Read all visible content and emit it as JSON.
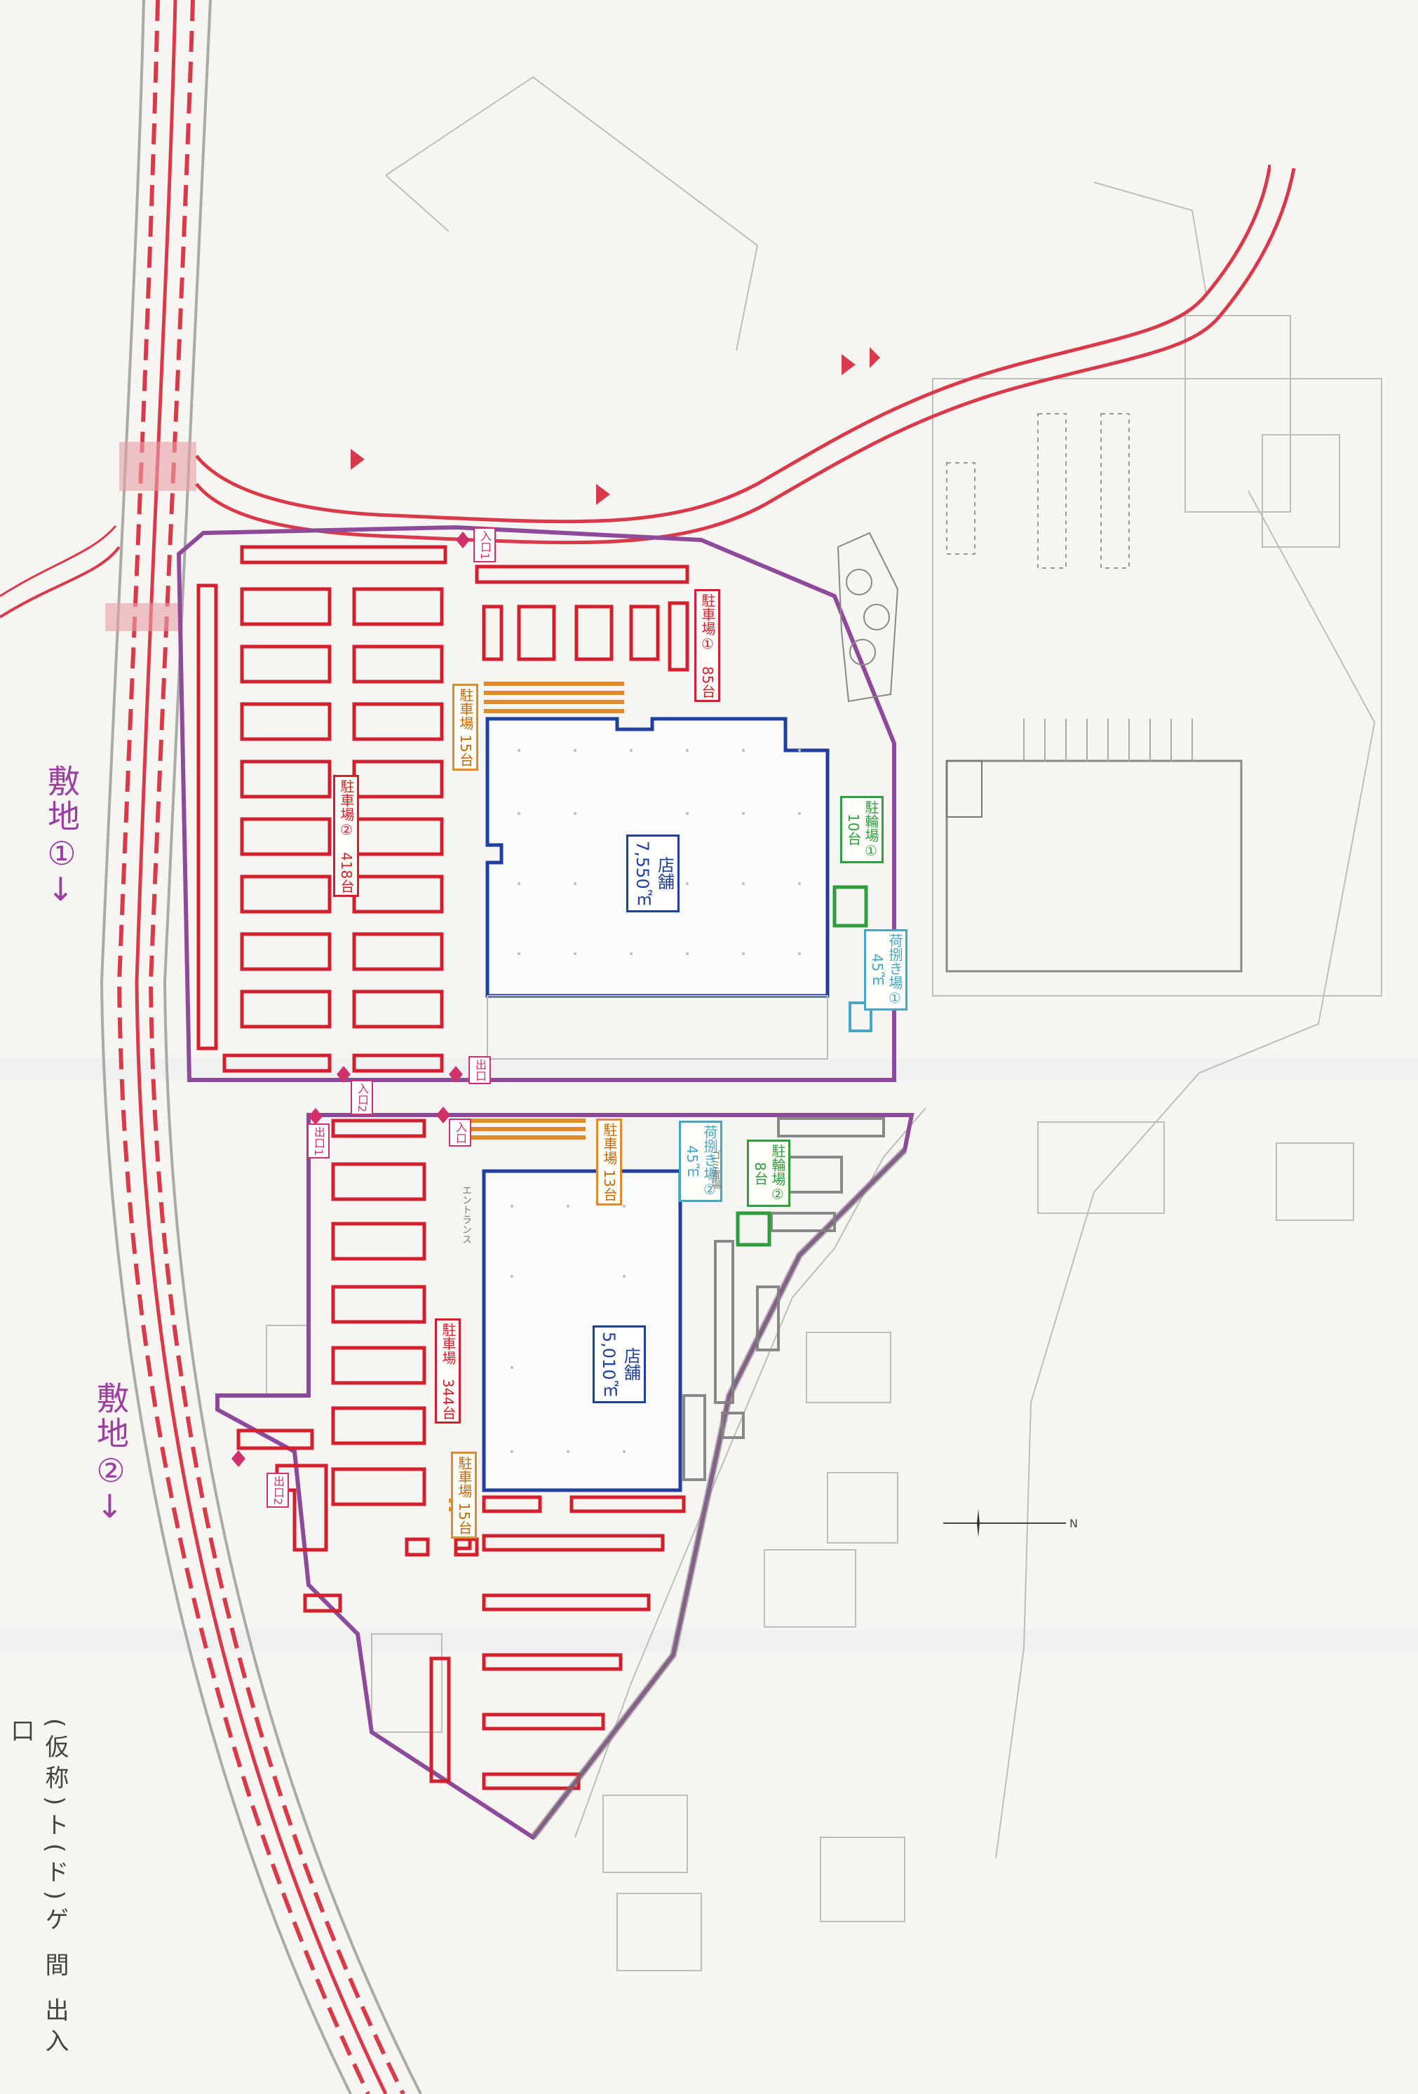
{
  "colors": {
    "background": "#f7f5f1",
    "road_red": "#d93a4a",
    "boundary_purple": "#8e4a9a",
    "parking_red": "#d2202e",
    "store_blue": "#1f3f9f",
    "bicycle_green": "#2e9e3e",
    "loading_cyan": "#46a6c7",
    "orange_stalls": "#e08a2a",
    "grey_lines": "#9a9a9a"
  },
  "labels": {
    "site1": "敷地①→",
    "site2": "敷地②→",
    "footer": "(仮称)ト(ド)ゲ 間 出入口"
  },
  "stores": {
    "store1": {
      "label": "店舗",
      "area": "7,550㎡"
    },
    "store2": {
      "label": "店舗",
      "area": "5,010㎡"
    }
  },
  "parking_totals": {
    "p1": "駐車場①　85台",
    "p2": "駐車場②　418台",
    "p3": "駐車場　344台",
    "p4": "駐車場 15台",
    "p5": "駐車場 13台",
    "p6": "駐車場 15台"
  },
  "entrances": {
    "in1": "入口1",
    "in2": "入口2",
    "out1": "出口1",
    "out2": "出口2",
    "in_out1": "入口",
    "in_out2": "出口"
  },
  "facilities": {
    "bicycle1": "駐輪場①\n10台",
    "bicycle2": "駐輪場②\n8台",
    "loading1": "荷捌き場①\n45㎡",
    "loading2": "荷捌き場②\n45㎡",
    "entrance_hall": "エントランス",
    "waste": "ゴミ置場"
  },
  "icons": {
    "compass": "north-arrow-icon",
    "arrows": "traffic-arrow-icon"
  }
}
